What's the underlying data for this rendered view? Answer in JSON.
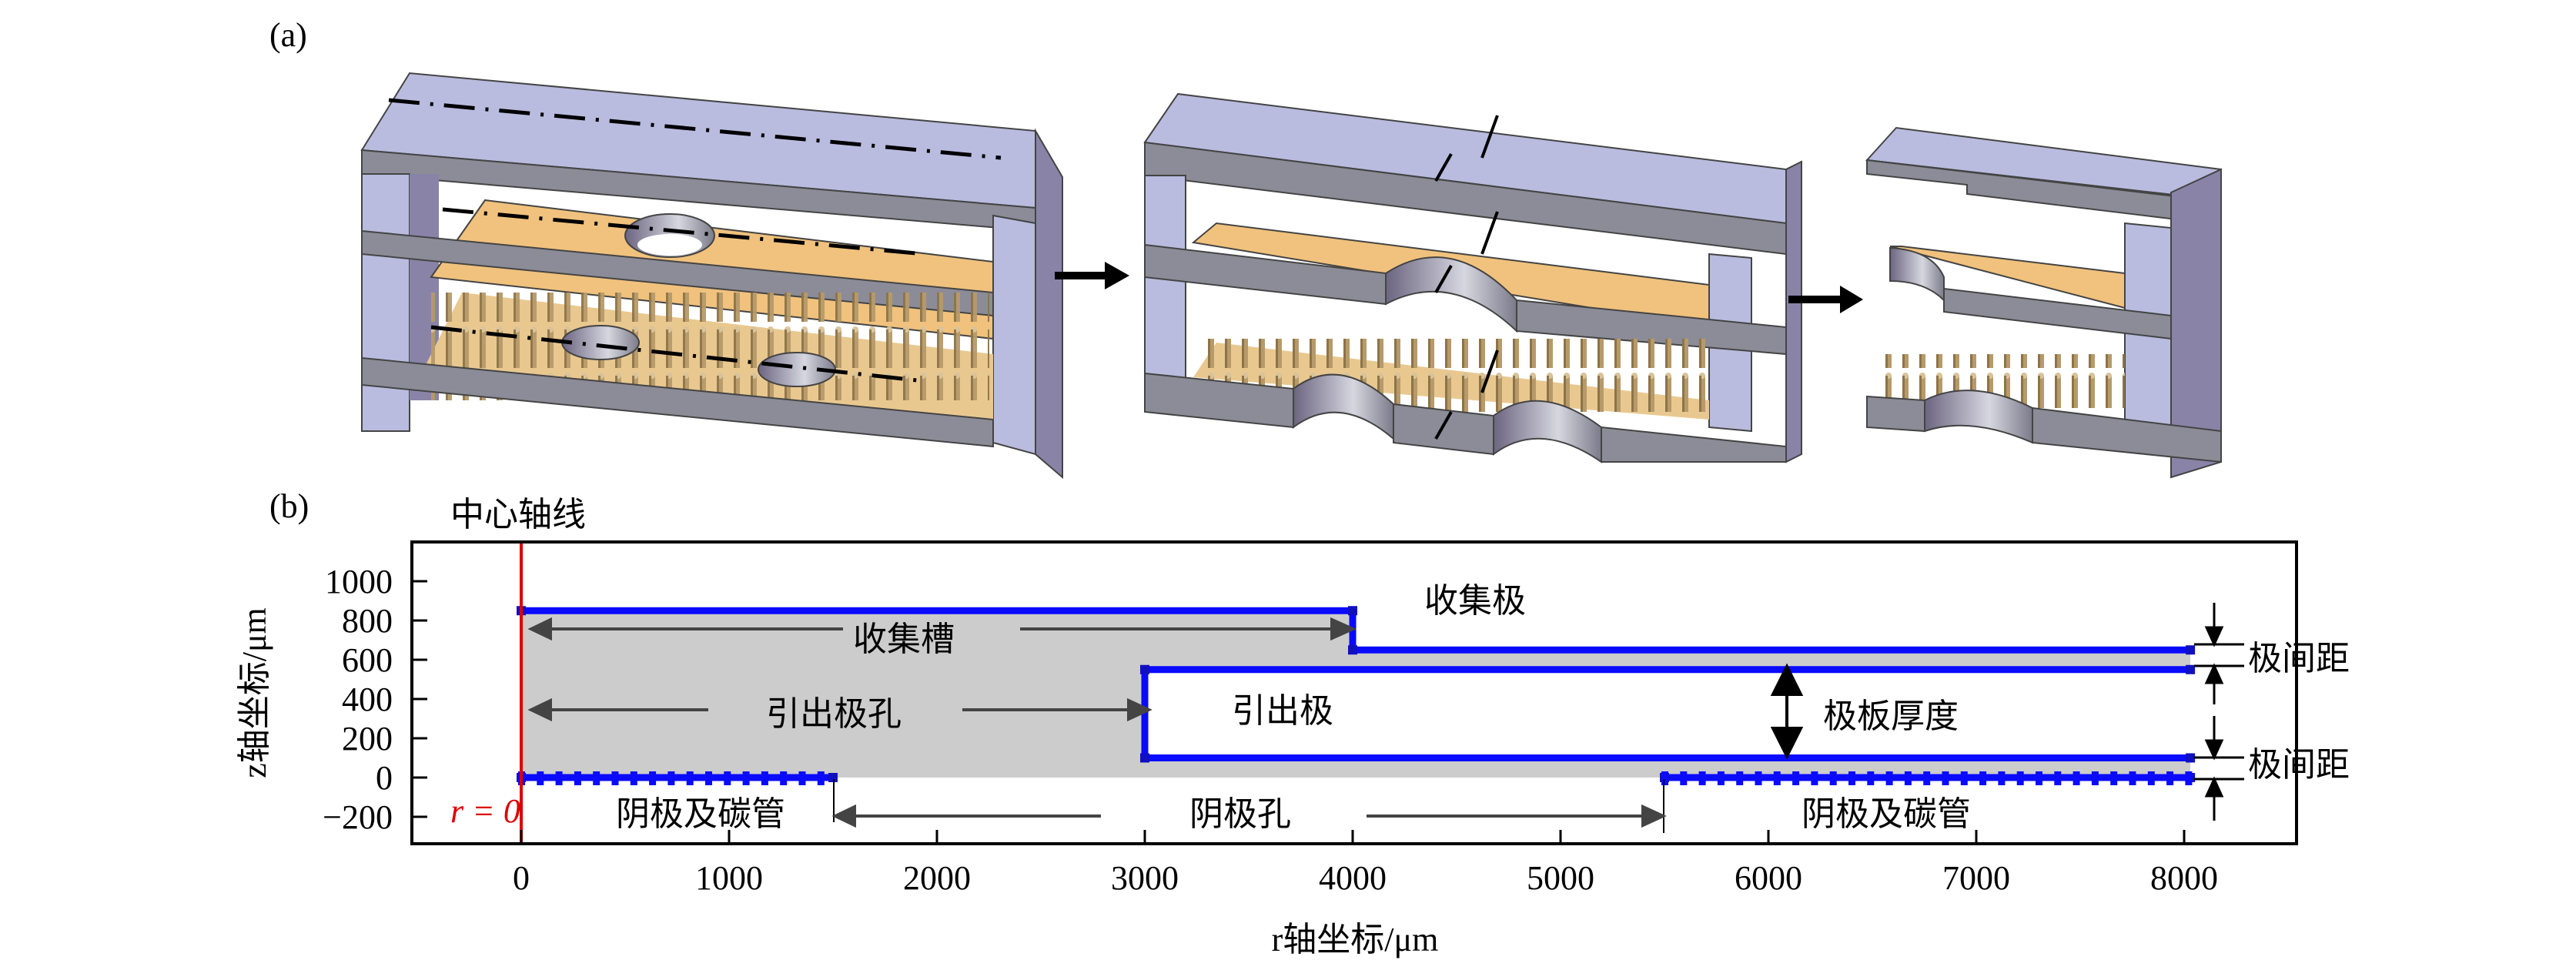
{
  "panel_a": {
    "label": "(a)",
    "stages": [
      {
        "name": "full-structure",
        "description": "three-layer device with axis"
      },
      {
        "name": "half-section",
        "description": "cut along center axis"
      },
      {
        "name": "axisymmetric-section",
        "description": "one half from axis"
      }
    ],
    "colors": {
      "plate_top": "#b9bcdf",
      "plate_side": "#8c8c98",
      "pillar_dark": "#8a83a8",
      "extraction_gold": "#f1c27d",
      "cathode_gold": "#e9c890"
    }
  },
  "panel_b": {
    "label": "(b)",
    "axis_note": "中心轴线",
    "r_zero_label": "r = 0",
    "annotations": {
      "collector": "收集极",
      "collector_groove": "收集槽",
      "extractor_hole": "引出极孔",
      "extractor": "引出极",
      "plate_thickness": "极板厚度",
      "gap_upper": "极间距",
      "gap_lower": "极间距",
      "cathode_left": "阴极及碳管",
      "cathode_hole": "阴极孔",
      "cathode_right": "阴极及碳管"
    }
  },
  "chart_data": {
    "type": "diagram",
    "title": "",
    "xlabel": "r轴坐标/μm",
    "ylabel": "z轴坐标/μm",
    "xlim": [
      -500,
      8600
    ],
    "ylim": [
      -330,
      1180
    ],
    "xticks": [
      0,
      1000,
      2000,
      3000,
      4000,
      5000,
      6000,
      7000,
      8000
    ],
    "yticks": [
      -200,
      0,
      200,
      400,
      600,
      800,
      1000
    ],
    "xtick_labels": [
      "0",
      "1000",
      "2000",
      "3000",
      "4000",
      "5000",
      "6000",
      "7000",
      "8000"
    ],
    "ytick_labels": [
      "−200",
      "0",
      "200",
      "400",
      "600",
      "800",
      "1000"
    ],
    "grid": false,
    "domain_outline": [
      [
        0,
        850
      ],
      [
        4000,
        850
      ],
      [
        4000,
        650
      ],
      [
        8030,
        650
      ],
      [
        8030,
        550
      ],
      [
        3000,
        550
      ],
      [
        3000,
        100
      ],
      [
        8030,
        100
      ],
      [
        8030,
        0
      ],
      [
        0,
        0
      ]
    ],
    "electrodes": [
      {
        "name": "collector",
        "path": [
          [
            0,
            850
          ],
          [
            4000,
            850
          ],
          [
            4000,
            650
          ],
          [
            8030,
            650
          ]
        ]
      },
      {
        "name": "extractor",
        "path": [
          [
            8030,
            550
          ],
          [
            3000,
            550
          ],
          [
            3000,
            100
          ],
          [
            8030,
            100
          ]
        ]
      },
      {
        "name": "cathode-left",
        "path": [
          [
            0,
            0
          ],
          [
            1500,
            0
          ]
        ]
      },
      {
        "name": "cathode-right",
        "path": [
          [
            5500,
            0
          ],
          [
            8030,
            0
          ]
        ]
      }
    ],
    "axis_line_r": 0,
    "colors": {
      "electrode": "#0a0aff",
      "domain_fill": "#cccccc",
      "axis": "#dd0000",
      "annotation": "#444444"
    }
  }
}
